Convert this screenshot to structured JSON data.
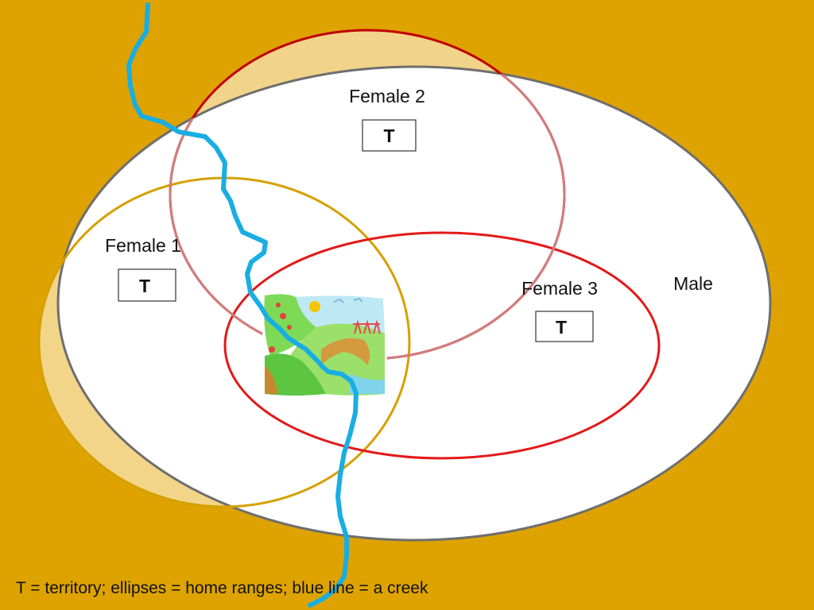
{
  "diagram": {
    "background_color": "#DEA300",
    "creek_color": "#19AEE3",
    "home_ranges": [
      {
        "label": "Male",
        "outline_color": "#6E6E6E",
        "fill": "#FFFFFF"
      },
      {
        "label": "Female 1",
        "outline_color": "#D6A000",
        "faded_fill": "#F3D58A"
      },
      {
        "label": "Female 2",
        "outline_color": "#C00000",
        "faded_fill": "#F1D38A"
      },
      {
        "label": "Female 3",
        "outline_color": "#E31919"
      }
    ],
    "territory_label": "T",
    "illustration": "landscape-clipart-icon",
    "note": "T = territory; ellipses = home ranges;  blue line = a creek"
  }
}
